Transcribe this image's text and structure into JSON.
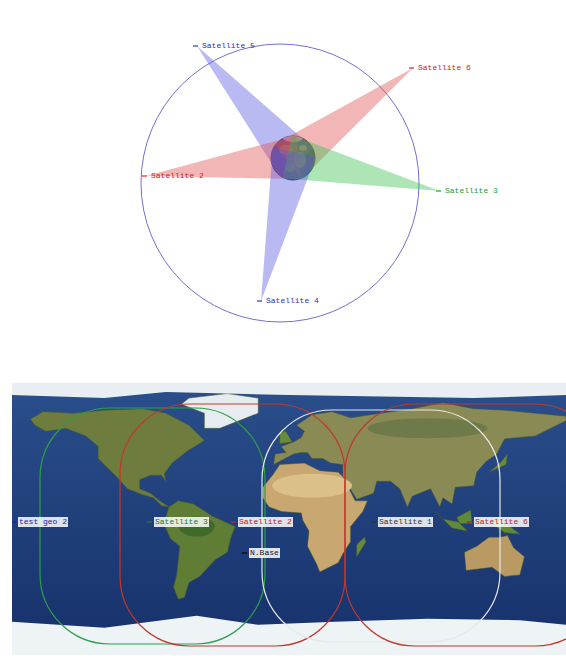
{
  "diagram": {
    "labels": [
      "Satellite 5",
      "Satellite 6",
      "Satellite 2",
      "Satellite 3",
      "Satellite 4",
      "test geo 2",
      "Satellite 3",
      "Satellite 2",
      "N.Base",
      "Satellite 1",
      "Satellite 6"
    ]
  }
}
